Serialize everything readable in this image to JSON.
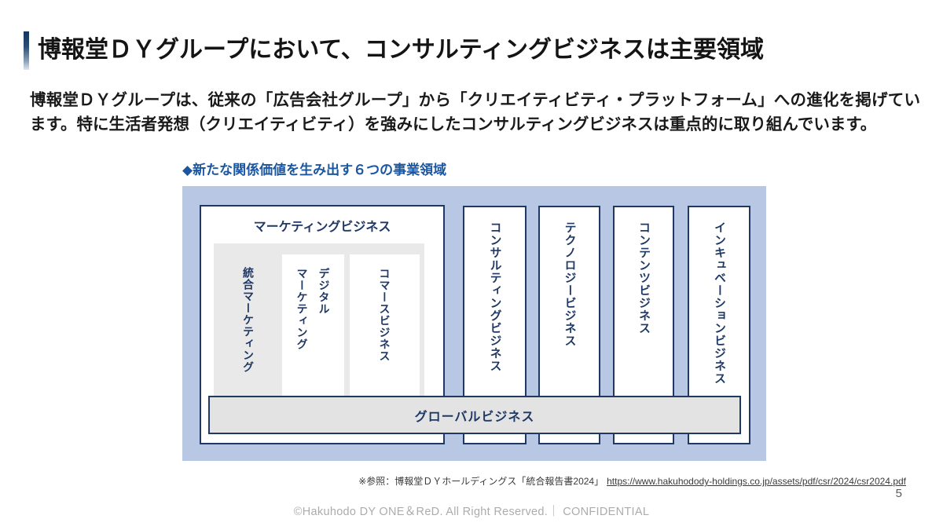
{
  "slide": {
    "title": "博報堂ＤＹグループにおいて、コンサルティングビジネスは主要領域",
    "body": "博報堂ＤＹグループは、従来の「広告会社グループ」から「クリエイティビティ・プラットフォーム」への進化を掲げています。特に生活者発想（クリエイティビティ）を強みにしたコンサルティングビジネスは重点的に取り組んでいます。",
    "page_number": "5"
  },
  "diagram": {
    "heading": "◆新たな関係価値を生み出す６つの事業領域",
    "marketing": {
      "label": "マーケティングビジネス",
      "sub_items": {
        "integrated": "統合マーケティング",
        "digital": "デジタル\nマーケティング",
        "commerce": "コマースビジネス"
      }
    },
    "columns": [
      "コンサルティングビジネス",
      "テクノロジービジネス",
      "コンテンツビジネス",
      "インキュベーションビジネス"
    ],
    "global_bar": "グローバルビジネス",
    "colors": {
      "container_bg": "#B8C8E4",
      "box_border": "#1F3864",
      "text_navy": "#1F3864",
      "gray_panel": "#E9E9E9",
      "bar_bg": "#E3E3E3",
      "heading_blue": "#1B57A0"
    }
  },
  "footer": {
    "reference_prefix": "※参照：博報堂ＤＹホールディングス「統合報告書2024」",
    "reference_url": "https://www.hakuhodody-holdings.co.jp/assets/pdf/csr/2024/csr2024.pdf",
    "copyright": "©Hakuhodo DY ONE＆ReD. All Right Reserved.｜ CONFIDENTIAL"
  }
}
